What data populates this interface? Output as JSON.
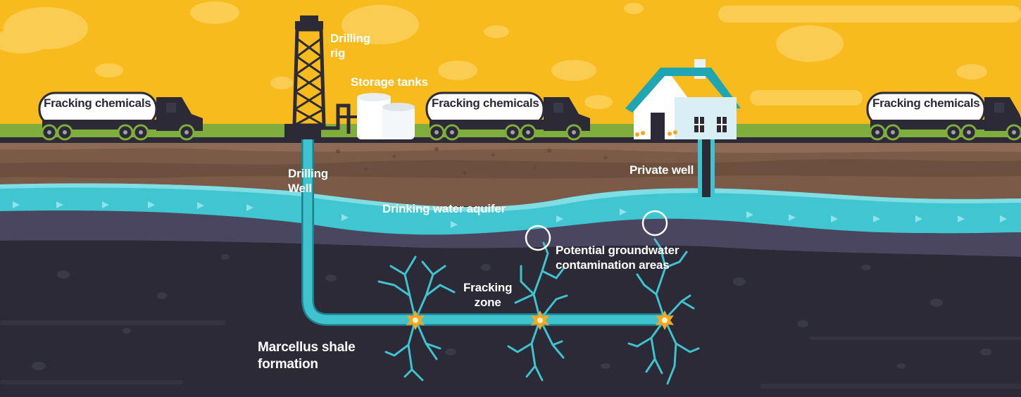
{
  "labels": {
    "drilling_rig": "Drilling\nrig",
    "storage_tanks": "Storage tanks",
    "drilling_well": "Drilling\nWell",
    "private_well": "Private well",
    "aquifer": "Drinking water aquifer",
    "contamination": "Potential groundwater\ncontamination areas",
    "fracking_zone": "Fracking\nzone",
    "shale": "Marcellus shale\nformation"
  },
  "trucks": [
    {
      "label": "Fracking chemicals"
    },
    {
      "label": "Fracking chemicals"
    },
    {
      "label": "Fracking chemicals"
    }
  ],
  "colors": {
    "sky": "#f8bb1e",
    "grass": "#7fae3c",
    "soil": "#7b5b48",
    "water": "#40c6d0",
    "shale": "#2b2a36",
    "pipe": "#3ec3cf",
    "blast": "#f5a623"
  }
}
